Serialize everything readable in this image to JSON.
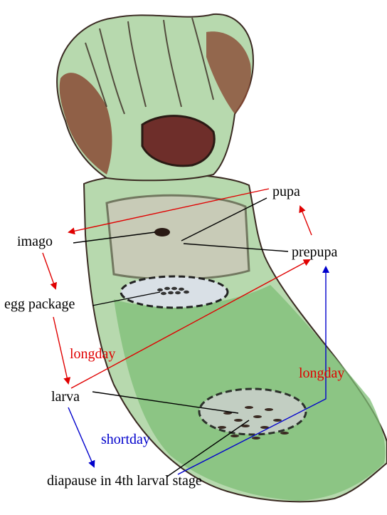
{
  "labels": {
    "pupa": "pupa",
    "imago": "imago",
    "prepupa": "prepupa",
    "egg_package": "egg package",
    "longday_left": "longday",
    "longday_right": "longday",
    "larva": "larva",
    "shortday": "shortday",
    "diapause": "diapause in 4th larval stage"
  },
  "colors": {
    "label_text": "#000000",
    "longday": "#e00000",
    "shortday": "#0000cc",
    "pitcher_green": "#a9d3a2",
    "pitcher_dark_green": "#6fb26a",
    "pitcher_brown": "#7a3b2c",
    "pitcher_pink": "#c9a6a6",
    "water": "#d6dde4"
  }
}
